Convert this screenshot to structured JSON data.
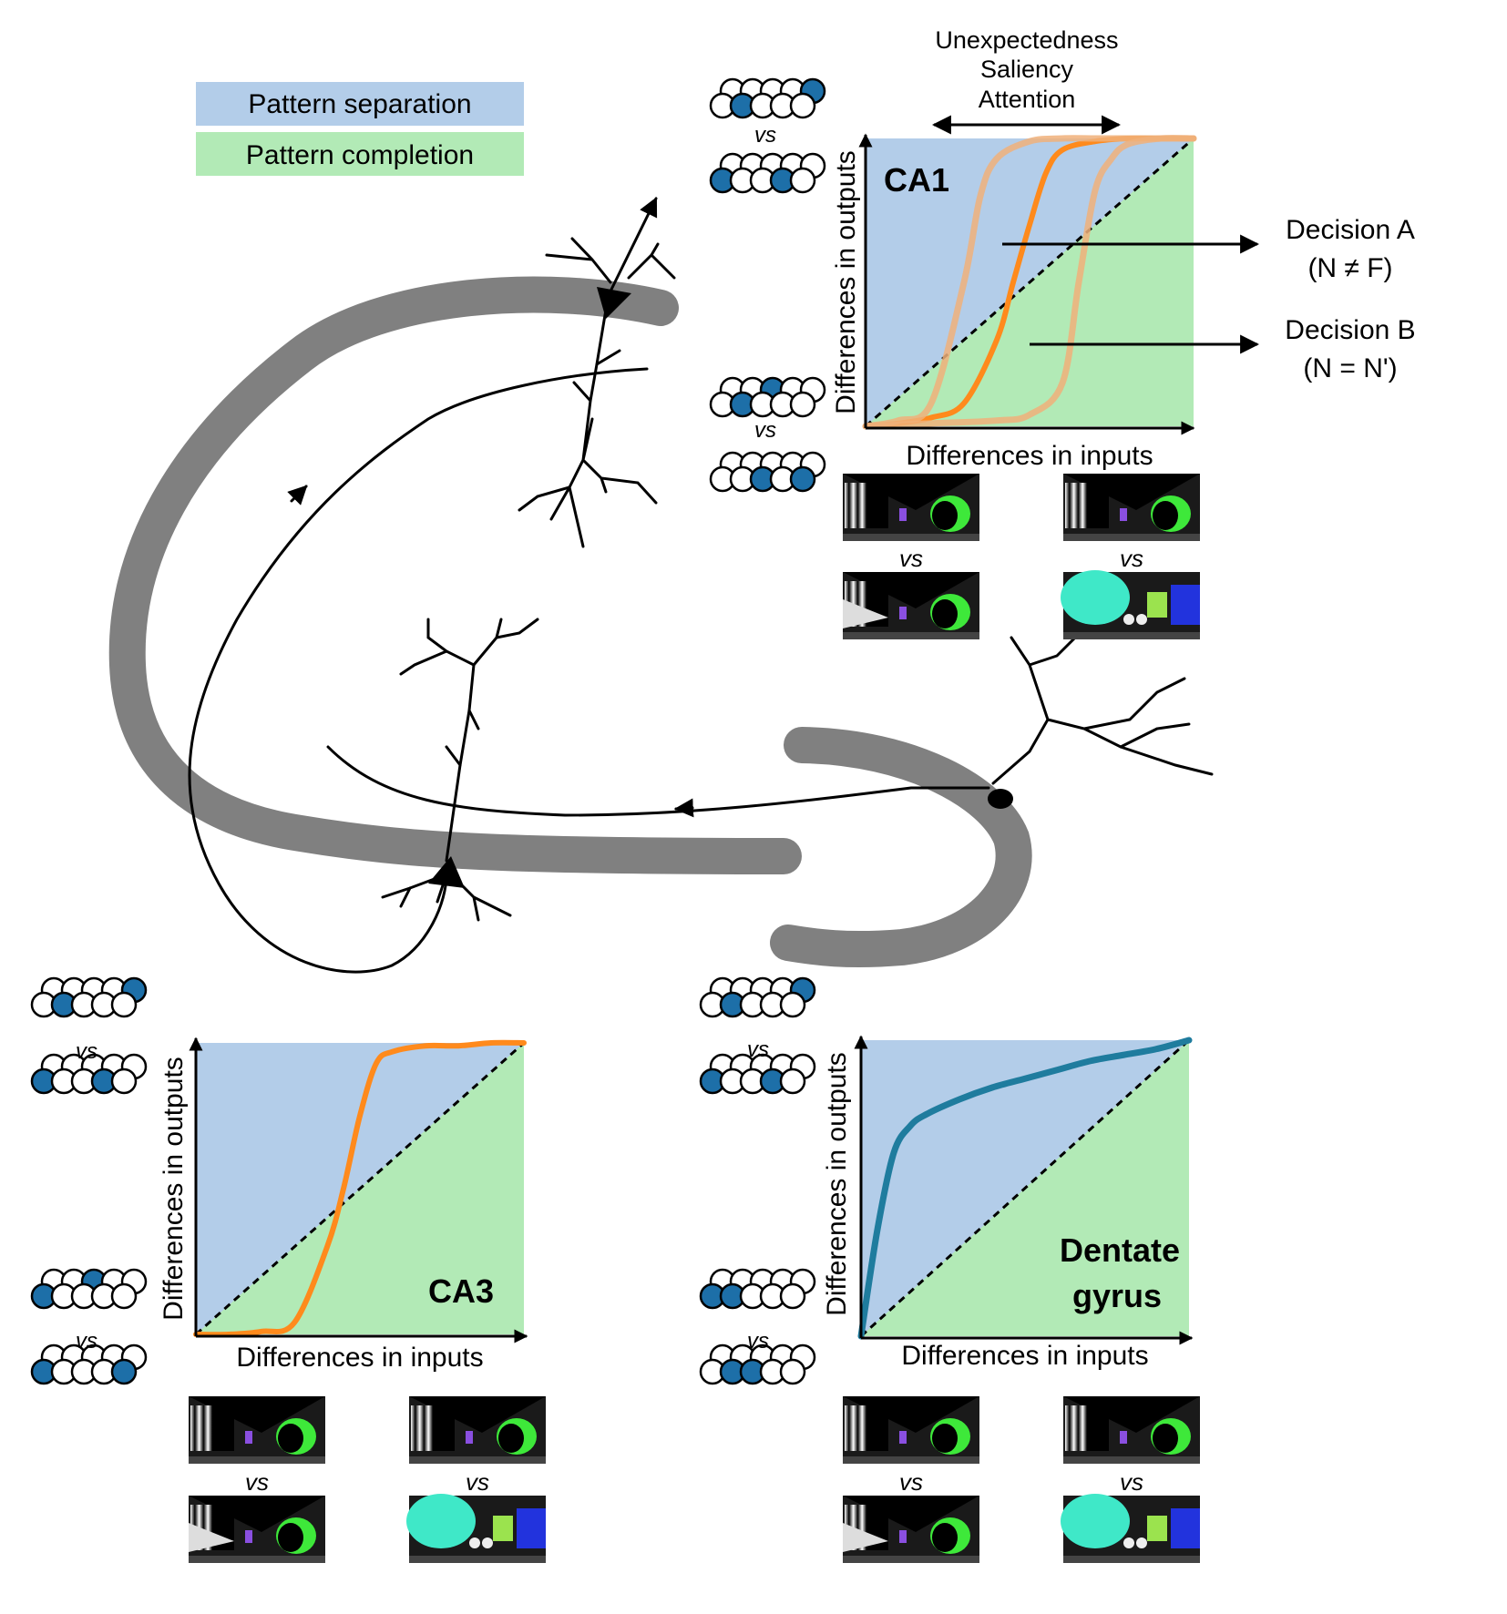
{
  "legend": {
    "separation_label": "Pattern separation",
    "completion_label": "Pattern completion",
    "separation_color": "#b3cde9",
    "completion_color": "#b2eab6"
  },
  "colors": {
    "pathway_gray": "#808080",
    "sigmoid_orange": "#ff8a1c",
    "sigmoid_faded": "#f0b07a",
    "dg_curve": "#1f7c9e",
    "dot_blue": "#1d6fa8"
  },
  "header": {
    "line1": "Unexpectedness",
    "line2": "Saliency",
    "line3": "Attention"
  },
  "vs_text": "vs",
  "decisions": {
    "a_title": "Decision A",
    "a_sub": "(N ≠ F)",
    "b_title": "Decision B",
    "b_sub": "(N = N')"
  },
  "panels": {
    "ca1": {
      "label": "CA1",
      "xlabel": "Differences in inputs",
      "ylabel": "Differences in outputs"
    },
    "ca3": {
      "label": "CA3",
      "xlabel": "Differences in inputs",
      "ylabel": "Differences in outputs"
    },
    "dg": {
      "label_line1": "Dentate",
      "label_line2": "gyrus",
      "xlabel": "Differences in inputs",
      "ylabel": "Differences in outputs"
    }
  },
  "chart_data": [
    {
      "panel": "CA1",
      "type": "line",
      "xlabel": "Differences in inputs",
      "ylabel": "Differences in outputs",
      "curve_shape": "sigmoid",
      "series": [
        {
          "x": [
            0,
            0.1,
            0.2,
            0.3,
            0.4,
            0.45,
            0.5,
            0.55,
            0.6,
            0.7,
            0.8,
            0.9,
            1.0
          ],
          "y": [
            0,
            0.01,
            0.03,
            0.08,
            0.3,
            0.5,
            0.7,
            0.88,
            0.96,
            0.99,
            1.0,
            1.0,
            1.0
          ]
        },
        {
          "x": [
            0,
            0.1,
            0.2,
            0.3,
            0.35,
            0.4,
            0.5,
            0.6,
            0.7,
            0.8,
            0.9,
            1.0
          ],
          "y": [
            0,
            0.02,
            0.08,
            0.5,
            0.8,
            0.93,
            0.99,
            1.0,
            1.0,
            1.0,
            1.0,
            1.0
          ]
        },
        {
          "x": [
            0,
            0.2,
            0.4,
            0.5,
            0.6,
            0.65,
            0.7,
            0.75,
            0.8,
            0.9,
            1.0
          ],
          "y": [
            0,
            0.01,
            0.02,
            0.04,
            0.15,
            0.5,
            0.82,
            0.93,
            0.98,
            1.0,
            1.0
          ]
        }
      ]
    },
    {
      "panel": "CA3",
      "type": "line",
      "xlabel": "Differences in inputs",
      "ylabel": "Differences in outputs",
      "curve_shape": "sigmoid",
      "series": [
        {
          "x": [
            0,
            0.1,
            0.2,
            0.3,
            0.4,
            0.45,
            0.5,
            0.55,
            0.6,
            0.7,
            0.8,
            0.9,
            1.0
          ],
          "y": [
            0,
            0.0,
            0.01,
            0.04,
            0.3,
            0.5,
            0.75,
            0.93,
            0.97,
            0.99,
            0.99,
            1.0,
            1.0
          ]
        }
      ]
    },
    {
      "panel": "Dentate gyrus",
      "type": "line",
      "xlabel": "Differences in inputs",
      "ylabel": "Differences in outputs",
      "curve_shape": "saturating",
      "series": [
        {
          "x": [
            0,
            0.05,
            0.1,
            0.15,
            0.2,
            0.3,
            0.4,
            0.5,
            0.6,
            0.7,
            0.8,
            0.9,
            1.0
          ],
          "y": [
            0,
            0.36,
            0.62,
            0.71,
            0.75,
            0.8,
            0.84,
            0.87,
            0.9,
            0.93,
            0.95,
            0.97,
            1.0
          ]
        }
      ]
    }
  ]
}
